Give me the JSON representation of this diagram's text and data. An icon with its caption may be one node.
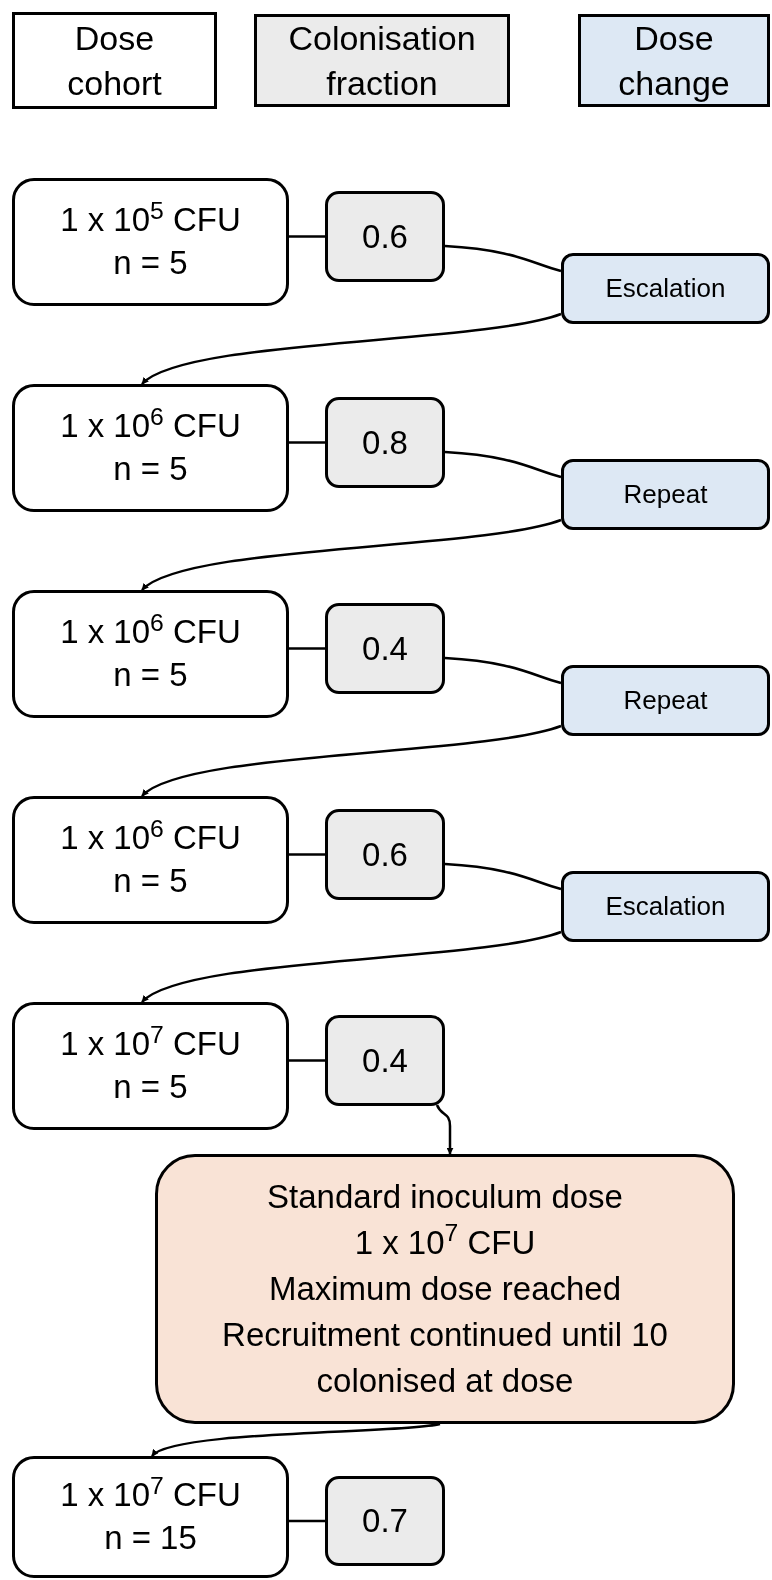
{
  "diagram": {
    "nodes": [
      {
        "text": [
          "Dose cohort"
        ]
      },
      {
        "text": [
          "Colonisation fraction"
        ]
      },
      {
        "text": [
          "Dose change"
        ]
      },
      {
        "text": [
          "1 x 10$^{5}$ CFU",
          "n = 5"
        ]
      },
      {
        "text": [
          "0.6"
        ]
      },
      {
        "text": [
          "Escalation"
        ]
      },
      {
        "text": [
          "1 x 10$^{6}$ CFU",
          "n = 5"
        ]
      },
      {
        "text": [
          "0.8"
        ]
      },
      {
        "text": [
          "Repeat"
        ]
      },
      {
        "text": [
          "1 x 10$^{6}$ CFU",
          "n = 5"
        ]
      },
      {
        "text": [
          "0.4"
        ]
      },
      {
        "text": [
          "Repeat"
        ]
      },
      {
        "text": [
          "1 x 10$^{6}$ CFU",
          "n = 5"
        ]
      },
      {
        "text": [
          "0.6"
        ]
      },
      {
        "text": [
          "Escalation"
        ]
      },
      {
        "text": [
          "1 x 10$^{7}$ CFU",
          "n = 5"
        ]
      },
      {
        "text": [
          "0.4"
        ]
      },
      {
        "text": [
          "Standard inoculum dose",
          "1 x 10$^{7}$ CFU",
          "Maximum dose reached",
          "Recruitment continued until 10 colonised at dose"
        ]
      },
      {
        "text": [
          "1 x 10$^{7}$ CFU",
          "n = 15"
        ]
      },
      {
        "text": [
          "0.7"
        ]
      }
    ],
    "edges": [
      {
        "from": 3,
        "to": 4,
        "arrow": "none"
      },
      {
        "from": 4,
        "to": 5,
        "arrow": "none"
      },
      {
        "from": 5,
        "to": 6,
        "arrow": "to"
      },
      {
        "from": 6,
        "to": 7,
        "arrow": "none"
      },
      {
        "from": 7,
        "to": 8,
        "arrow": "none"
      },
      {
        "from": 8,
        "to": 9,
        "arrow": "to"
      },
      {
        "from": 9,
        "to": 10,
        "arrow": "none"
      },
      {
        "from": 10,
        "to": 11,
        "arrow": "none"
      },
      {
        "from": 11,
        "to": 12,
        "arrow": "to"
      },
      {
        "from": 12,
        "to": 13,
        "arrow": "none"
      },
      {
        "from": 13,
        "to": 14,
        "arrow": "none"
      },
      {
        "from": 14,
        "to": 15,
        "arrow": "to"
      },
      {
        "from": 15,
        "to": 16,
        "arrow": "none"
      },
      {
        "from": 16,
        "to": 17,
        "arrow": "to"
      },
      {
        "from": 17,
        "to": 18,
        "arrow": "to"
      },
      {
        "from": 18,
        "to": 19,
        "arrow": "none"
      }
    ]
  }
}
